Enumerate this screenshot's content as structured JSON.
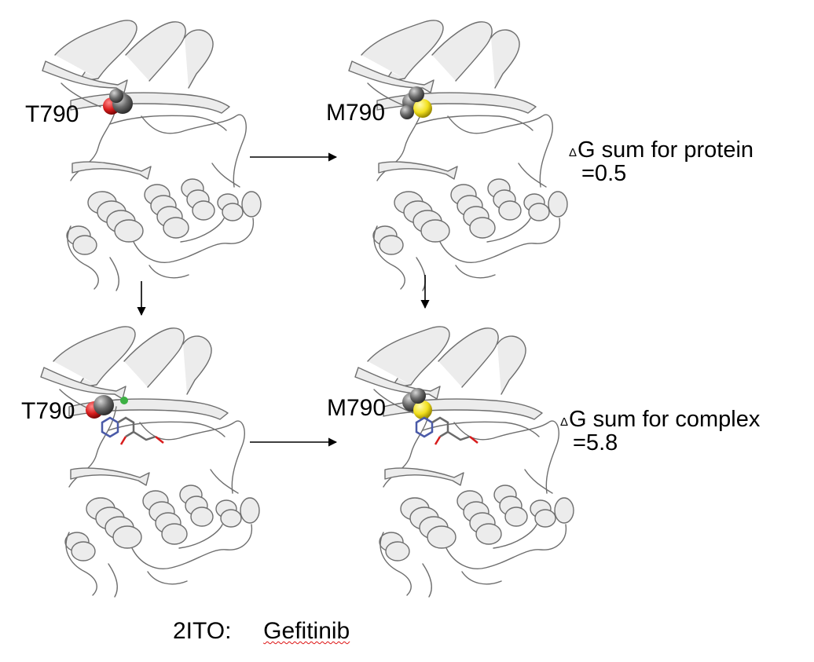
{
  "panels": {
    "top_left": {
      "residue_label": "T790",
      "mutant_color": "#d81c1c",
      "ligand": false
    },
    "top_right": {
      "residue_label": "M790",
      "mutant_color": "#f2e01e",
      "ligand": false
    },
    "bottom_left": {
      "residue_label": "T790",
      "mutant_color": "#d81c1c",
      "ligand": true
    },
    "bottom_right": {
      "residue_label": "M790",
      "mutant_color": "#f2e01e",
      "ligand": true
    }
  },
  "delta_g": {
    "protein": {
      "symbol": "Δ",
      "line1": "G sum for protein",
      "line2": "=0.5"
    },
    "complex": {
      "symbol": "Δ",
      "line1": "G sum for complex",
      "line2": "=5.8"
    }
  },
  "caption": {
    "pdb": "2ITO:",
    "drug": "Gefitinib"
  },
  "colors": {
    "ribbon": "#ececec",
    "ribbon_stroke": "#6e6e6e",
    "atom": "#6b6b6b",
    "arrow": "#000000"
  }
}
